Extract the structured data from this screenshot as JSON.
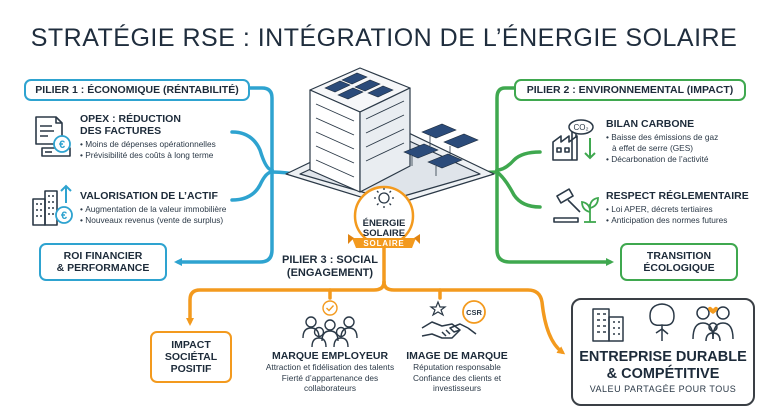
{
  "title": "STRATÉGIE RSE : INTÉGRATION DE L’ÉNERGIE SOLAIRE",
  "center": {
    "line1": "ÉNERGIE",
    "line2": "SOLAIRE",
    "ribbon": "SOLAIRE"
  },
  "pillar1": {
    "label": "PILIER 1 : ÉCONOMIQUE (RÉNTABILITÉ)",
    "item1": {
      "title_line1": "OPEX : RÉDUCTION",
      "title_line2": "DES FACTURES",
      "bullets": [
        "Moins de dépenses opérationnelles",
        "Prévisibilité des coûts à long terme"
      ]
    },
    "item2": {
      "title": "VALORISATION DE L’ACTIF",
      "bullets": [
        "Augmentation de la valeur immobilière",
        "Nouveaux revenus (vente de surplus)"
      ]
    },
    "outcome_line1": "ROI FINANCIER",
    "outcome_line2": "& PERFORMANCE"
  },
  "pillar2": {
    "label": "PILIER 2 : ENVIRONNEMENTAL (IMPACT)",
    "item1": {
      "title": "BILAN CARBONE",
      "bullets": [
        "Baisse des émissions de gaz",
        "à effet de serre (GES)",
        "Décarbonation de l’activité"
      ]
    },
    "item2": {
      "title": "RESPECT RÉGLEMENTAIRE",
      "bullets": [
        "Loi APER, décrets tertiaires",
        "Anticipation des normes futures"
      ]
    },
    "outcome_line1": "TRANSITION",
    "outcome_line2": "ÉCOLOGIQUE"
  },
  "pillar3": {
    "label_line1": "PILIER 3 : SOCIAL",
    "label_line2": "(ENGAGEMENT)",
    "outcome_line1": "IMPACT",
    "outcome_line2": "SOCIÉTAL",
    "outcome_line3": "POSITIF",
    "item1": {
      "title": "MARQUE EMPLOYEUR",
      "lines": [
        "Attraction et fidélisation des talents",
        "Fierté d’appartenance des",
        "collaborateurs"
      ]
    },
    "item2": {
      "title": "IMAGE DE MARQUE",
      "lines": [
        "Réputation responsable",
        "Confiance des clients et",
        "investisseurs"
      ]
    }
  },
  "final": {
    "title_line1": "ENTREPRISE DURABLE",
    "title_line2": "& COMPÉTITIVE",
    "subtitle": "VALEU PARTAGÉE POUR TOUS"
  },
  "badges": {
    "co2": "CO₂",
    "csr": "CSR"
  },
  "icons": [
    "invoice-euro-icon",
    "buildings-growth-icon",
    "factory-co2-icon",
    "gavel-plant-icon",
    "team-people-icon",
    "handshake-csr-icon",
    "city-buildings-icon",
    "trees-icon",
    "family-icon",
    "sun-icon",
    "solar-building-illustration"
  ],
  "colors": {
    "blue": "#2ea3d0",
    "green": "#3fa84f",
    "orange": "#f39a1e",
    "dark": "#1d2b3a"
  }
}
